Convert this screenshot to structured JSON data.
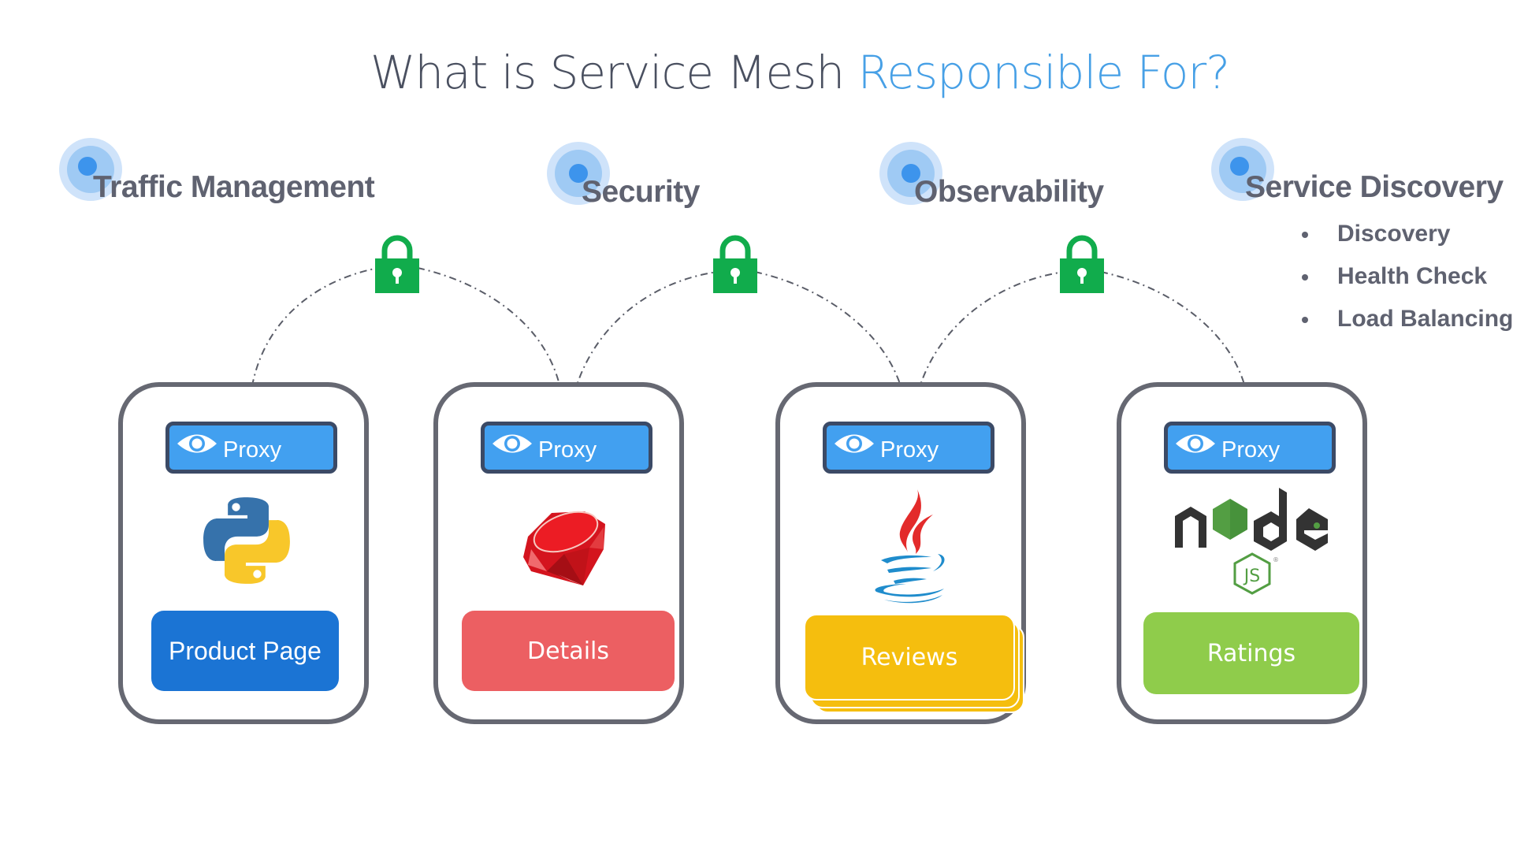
{
  "title": {
    "main": "What is Service Mesh ",
    "accent": "Responsible For?"
  },
  "colors": {
    "title_text": "#4a5060",
    "title_accent": "#47a0e6",
    "heading_text": "#5f6270",
    "lock": "#11ac4c",
    "proxy_fill": "#42a0f0",
    "proxy_border": "#3b4a66",
    "pod_border": "#666872"
  },
  "responsibilities": [
    {
      "label": "Traffic Management",
      "icon": "target-icon"
    },
    {
      "label": "Security",
      "icon": "target-icon"
    },
    {
      "label": "Observability",
      "icon": "target-icon"
    },
    {
      "label": "Service Discovery",
      "icon": "target-icon",
      "bullets": [
        "Discovery",
        "Health Check",
        "Load Balancing"
      ]
    }
  ],
  "locks": [
    {
      "icon": "lock-icon",
      "between": [
        "Product Page",
        "Details"
      ]
    },
    {
      "icon": "lock-icon",
      "between": [
        "Details",
        "Reviews"
      ]
    },
    {
      "icon": "lock-icon",
      "between": [
        "Reviews",
        "Ratings"
      ]
    }
  ],
  "services": [
    {
      "name": "Product Page",
      "proxy_label": "Proxy",
      "language_icon": "python-logo-icon",
      "color": "#1b74d4"
    },
    {
      "name": "Details",
      "proxy_label": "Proxy",
      "language_icon": "ruby-logo-icon",
      "color": "#ec5f62"
    },
    {
      "name": "Reviews",
      "proxy_label": "Proxy",
      "language_icon": "java-logo-icon",
      "color": "#f5be0e"
    },
    {
      "name": "Ratings",
      "proxy_label": "Proxy",
      "language_icon": "nodejs-logo-icon",
      "color": "#8fcc4b"
    }
  ]
}
